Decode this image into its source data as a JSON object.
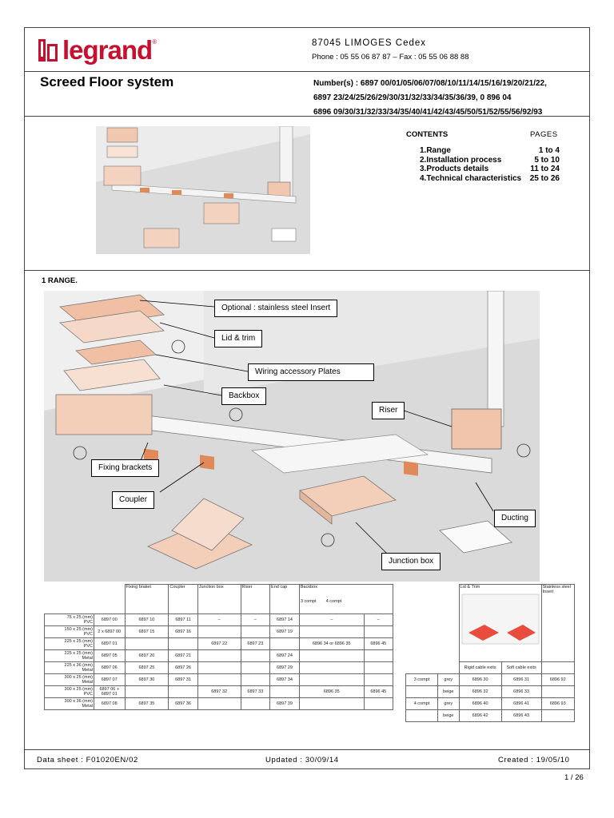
{
  "header": {
    "logo_text": "legrand",
    "address": "87045 LIMOGES Cedex",
    "phone": "Phone : 05 55 06 87 87 – Fax : 05 55 06 88 88",
    "title": "Screed Floor system",
    "numbers_line1": "Number(s) : 6897 00/01/05/06/07/08/10/11/14/15/16/19/20/21/22,",
    "numbers_line2": "6897 23/24/25/26/29/30/31/32/33/34/35/36/39, 0 896 04",
    "numbers_line3": "6896 09/30/31/32/33/34/35/40/41/42/43/45/50/51/52/55/56/92/93"
  },
  "contents": {
    "heading": "CONTENTS",
    "pages_heading": "PAGES",
    "items": [
      {
        "label": "1.Range",
        "pages": "1 to 4"
      },
      {
        "label": "2.Installation process",
        "pages": "5 to 10"
      },
      {
        "label": "3.Products details",
        "pages": "11 to 24"
      },
      {
        "label": "4.Technical characteristics",
        "pages": "25 to 26"
      }
    ]
  },
  "range_heading": "1 RANGE.",
  "callouts": {
    "insert": "Optional : stainless steel Insert",
    "lid": "Lid & trim",
    "plates": "Wiring accessory Plates",
    "backbox": "Backbox",
    "riser": "Riser",
    "brackets": "Fixing brackets",
    "coupler": "Coupler",
    "ducting": "Ducting",
    "junction": "Junction box"
  },
  "table1": {
    "headers": [
      "Fixing braket",
      "Coupler",
      "Junction box",
      "Riser",
      "End cap",
      "Backbox"
    ],
    "backbox_sub": [
      "3 compt",
      "4 compt"
    ],
    "rows": [
      {
        "size": "75 x 25 (mm)",
        "mat": "PVC",
        "ref": "6897 00",
        "fix": "6897 10",
        "coup": "6897 11",
        "junc": "–",
        "riser": "–",
        "end": "6897 14",
        "b3": "–",
        "b4": "–"
      },
      {
        "size": "150 x 25 (mm)",
        "mat": "PVC",
        "ref": "2 x 6897 00",
        "fix": "6897 15",
        "coup": "6897 16",
        "junc": "",
        "riser": "",
        "end": "6897 19",
        "b3": "",
        "b4": ""
      },
      {
        "size": "225 x 25 (mm)",
        "mat": "PVC",
        "ref": "6897 01",
        "fix": "",
        "coup": "",
        "junc": "6897 22",
        "riser": "6897 23",
        "end": "",
        "b3": "6896 34 or 6896 35",
        "b4": "6896 45"
      },
      {
        "size": "225 x 25 (mm)",
        "mat": "Metal",
        "ref": "6897 05",
        "fix": "6897 20",
        "coup": "6897 21",
        "junc": "",
        "riser": "",
        "end": "6897 24",
        "b3": "",
        "b4": ""
      },
      {
        "size": "225 x 36 (mm)",
        "mat": "Metal",
        "ref": "6897 06",
        "fix": "6897 25",
        "coup": "6897 26",
        "junc": "",
        "riser": "",
        "end": "6897 29",
        "b3": "",
        "b4": ""
      },
      {
        "size": "300 x 25 (mm)",
        "mat": "Metal",
        "ref": "6897 07",
        "fix": "6897 30",
        "coup": "6897 31",
        "junc": "",
        "riser": "",
        "end": "6897 34",
        "b3": "",
        "b4": ""
      },
      {
        "size": "300 x 25 (mm)",
        "mat": "PVC",
        "ref": "6897 06 + 6897 01",
        "fix": "",
        "coup": "",
        "junc": "6897 32",
        "riser": "6897 33",
        "end": "",
        "b3": "6896 35",
        "b4": "6896 45"
      },
      {
        "size": "300 x 36 (mm)",
        "mat": "Metal",
        "ref": "6897 08",
        "fix": "6897 35",
        "coup": "6897 36",
        "junc": "",
        "riser": "",
        "end": "6897 39",
        "b3": "",
        "b4": ""
      }
    ]
  },
  "table2": {
    "headers": [
      "Lid & Trim",
      "Stainless steel Insert"
    ],
    "sub": [
      "Rigid cable exits",
      "Soft cable exits"
    ],
    "rows": [
      {
        "group": "3 compt",
        "color": "grey",
        "rigid": "6896 30",
        "soft": "6896 31",
        "insert": "6896 92"
      },
      {
        "group": "",
        "color": "beige",
        "rigid": "6896 32",
        "soft": "6896 33",
        "insert": ""
      },
      {
        "group": "4 compt",
        "color": "grey",
        "rigid": "6896 40",
        "soft": "6896 41",
        "insert": "6896 93"
      },
      {
        "group": "",
        "color": "beige",
        "rigid": "6896 42",
        "soft": "6896 43",
        "insert": ""
      }
    ]
  },
  "footer": {
    "datasheet": "Data sheet : F01020EN/02",
    "updated": "Updated : 30/09/14",
    "created": "Created : 19/05/10",
    "page": "1 / 26"
  },
  "colors": {
    "brand": "#c8102e",
    "copper": "#e8a07a"
  }
}
